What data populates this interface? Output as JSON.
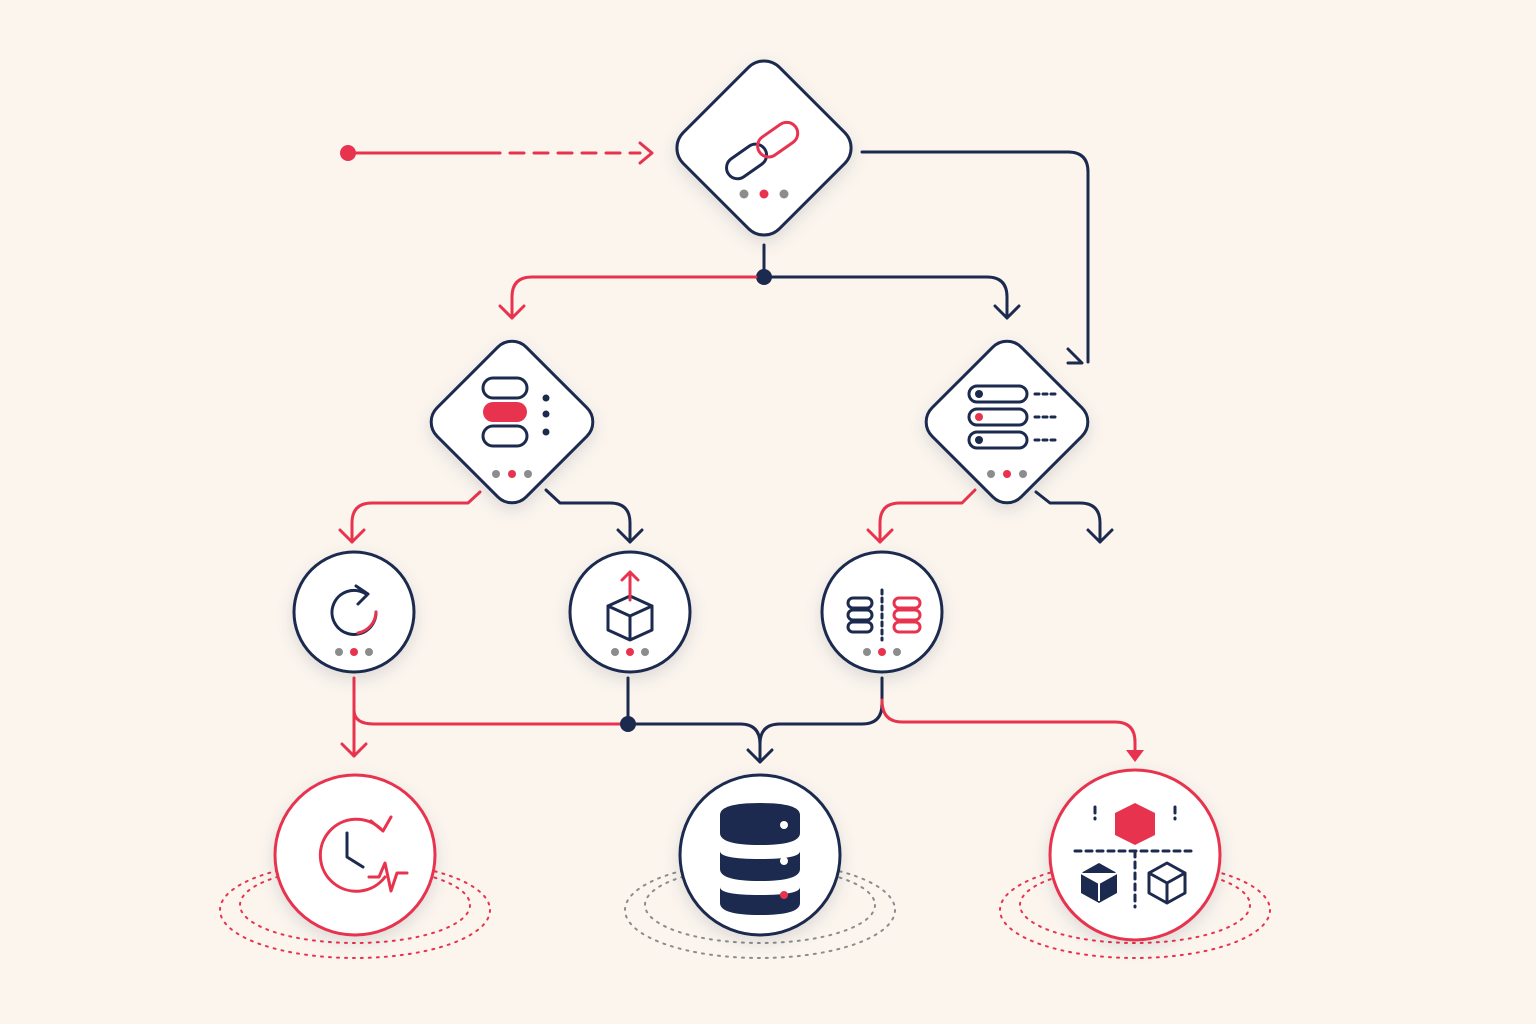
{
  "colors": {
    "background": "#fbf5ee",
    "navy": "#1b2a4e",
    "red": "#e8334f",
    "muted": "#8c8c8c",
    "node_fill": "#ffffff"
  },
  "nodes": [
    {
      "id": "link",
      "shape": "diamond",
      "tone": "navy",
      "icon": "link-icon",
      "dots": true
    },
    {
      "id": "db-stack",
      "shape": "diamond",
      "tone": "navy",
      "icon": "database-stack-icon",
      "dots": true
    },
    {
      "id": "list",
      "shape": "diamond",
      "tone": "navy",
      "icon": "list-toggle-icon",
      "dots": true
    },
    {
      "id": "sync",
      "shape": "circle",
      "tone": "navy",
      "icon": "refresh-icon",
      "dots": true
    },
    {
      "id": "export",
      "shape": "circle",
      "tone": "navy",
      "icon": "box-upload-icon",
      "dots": true
    },
    {
      "id": "replica",
      "shape": "circle",
      "tone": "navy",
      "icon": "database-split-icon",
      "dots": true
    },
    {
      "id": "schedule",
      "shape": "circle",
      "tone": "red",
      "icon": "clock-pulse-icon",
      "dots": false,
      "halo": true
    },
    {
      "id": "server",
      "shape": "circle",
      "tone": "navy",
      "icon": "server-icon",
      "dots": false,
      "halo": true
    },
    {
      "id": "distribute",
      "shape": "circle",
      "tone": "red",
      "icon": "cubes-distribution-icon",
      "dots": false,
      "halo": true
    }
  ],
  "edges": [
    {
      "from": "input",
      "to": "link",
      "tone": "red",
      "style": "solid-then-dashed"
    },
    {
      "from": "link",
      "to": "list",
      "tone": "navy",
      "style": "solid"
    },
    {
      "from": "link",
      "to": "db-stack",
      "tone": "red",
      "style": "solid"
    },
    {
      "from": "link",
      "to": "list",
      "tone": "navy",
      "style": "solid"
    },
    {
      "from": "db-stack",
      "to": "sync",
      "tone": "red",
      "style": "solid"
    },
    {
      "from": "db-stack",
      "to": "export",
      "tone": "navy",
      "style": "solid"
    },
    {
      "from": "list",
      "to": "replica",
      "tone": "red",
      "style": "solid"
    },
    {
      "from": "list",
      "to": "output",
      "tone": "navy",
      "style": "solid"
    },
    {
      "from": "sync",
      "to": "schedule",
      "tone": "red",
      "style": "solid"
    },
    {
      "from": "sync",
      "to": "server",
      "tone": "red",
      "style": "solid"
    },
    {
      "from": "export",
      "to": "server",
      "tone": "navy",
      "style": "solid"
    },
    {
      "from": "replica",
      "to": "server",
      "tone": "navy",
      "style": "solid"
    },
    {
      "from": "replica",
      "to": "distribute",
      "tone": "red",
      "style": "solid"
    }
  ]
}
